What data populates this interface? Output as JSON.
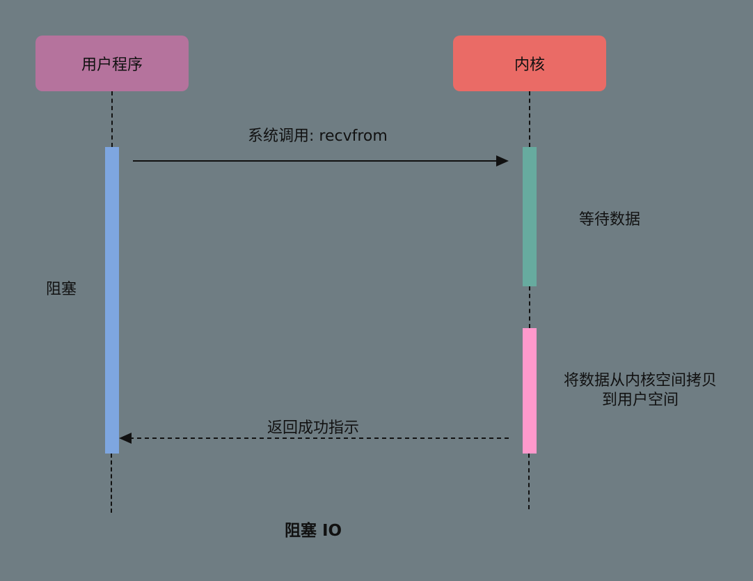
{
  "actors": {
    "user": "用户程序",
    "kernel": "内核"
  },
  "messages": {
    "call": "系统调用: recvfrom",
    "return": "返回成功指示"
  },
  "notes": {
    "waiting": "等待数据",
    "blocked": "阻塞",
    "copy": "将数据从内核空间拷贝到用户空间"
  },
  "caption": "阻塞 IO",
  "colors": {
    "background": "#6f7d83",
    "user_actor": "#b5739d",
    "kernel_actor": "#ea6b66",
    "user_activation": "#7ea6e0",
    "wait_activation": "#67ab9f",
    "copy_activation": "#ff99cc"
  }
}
